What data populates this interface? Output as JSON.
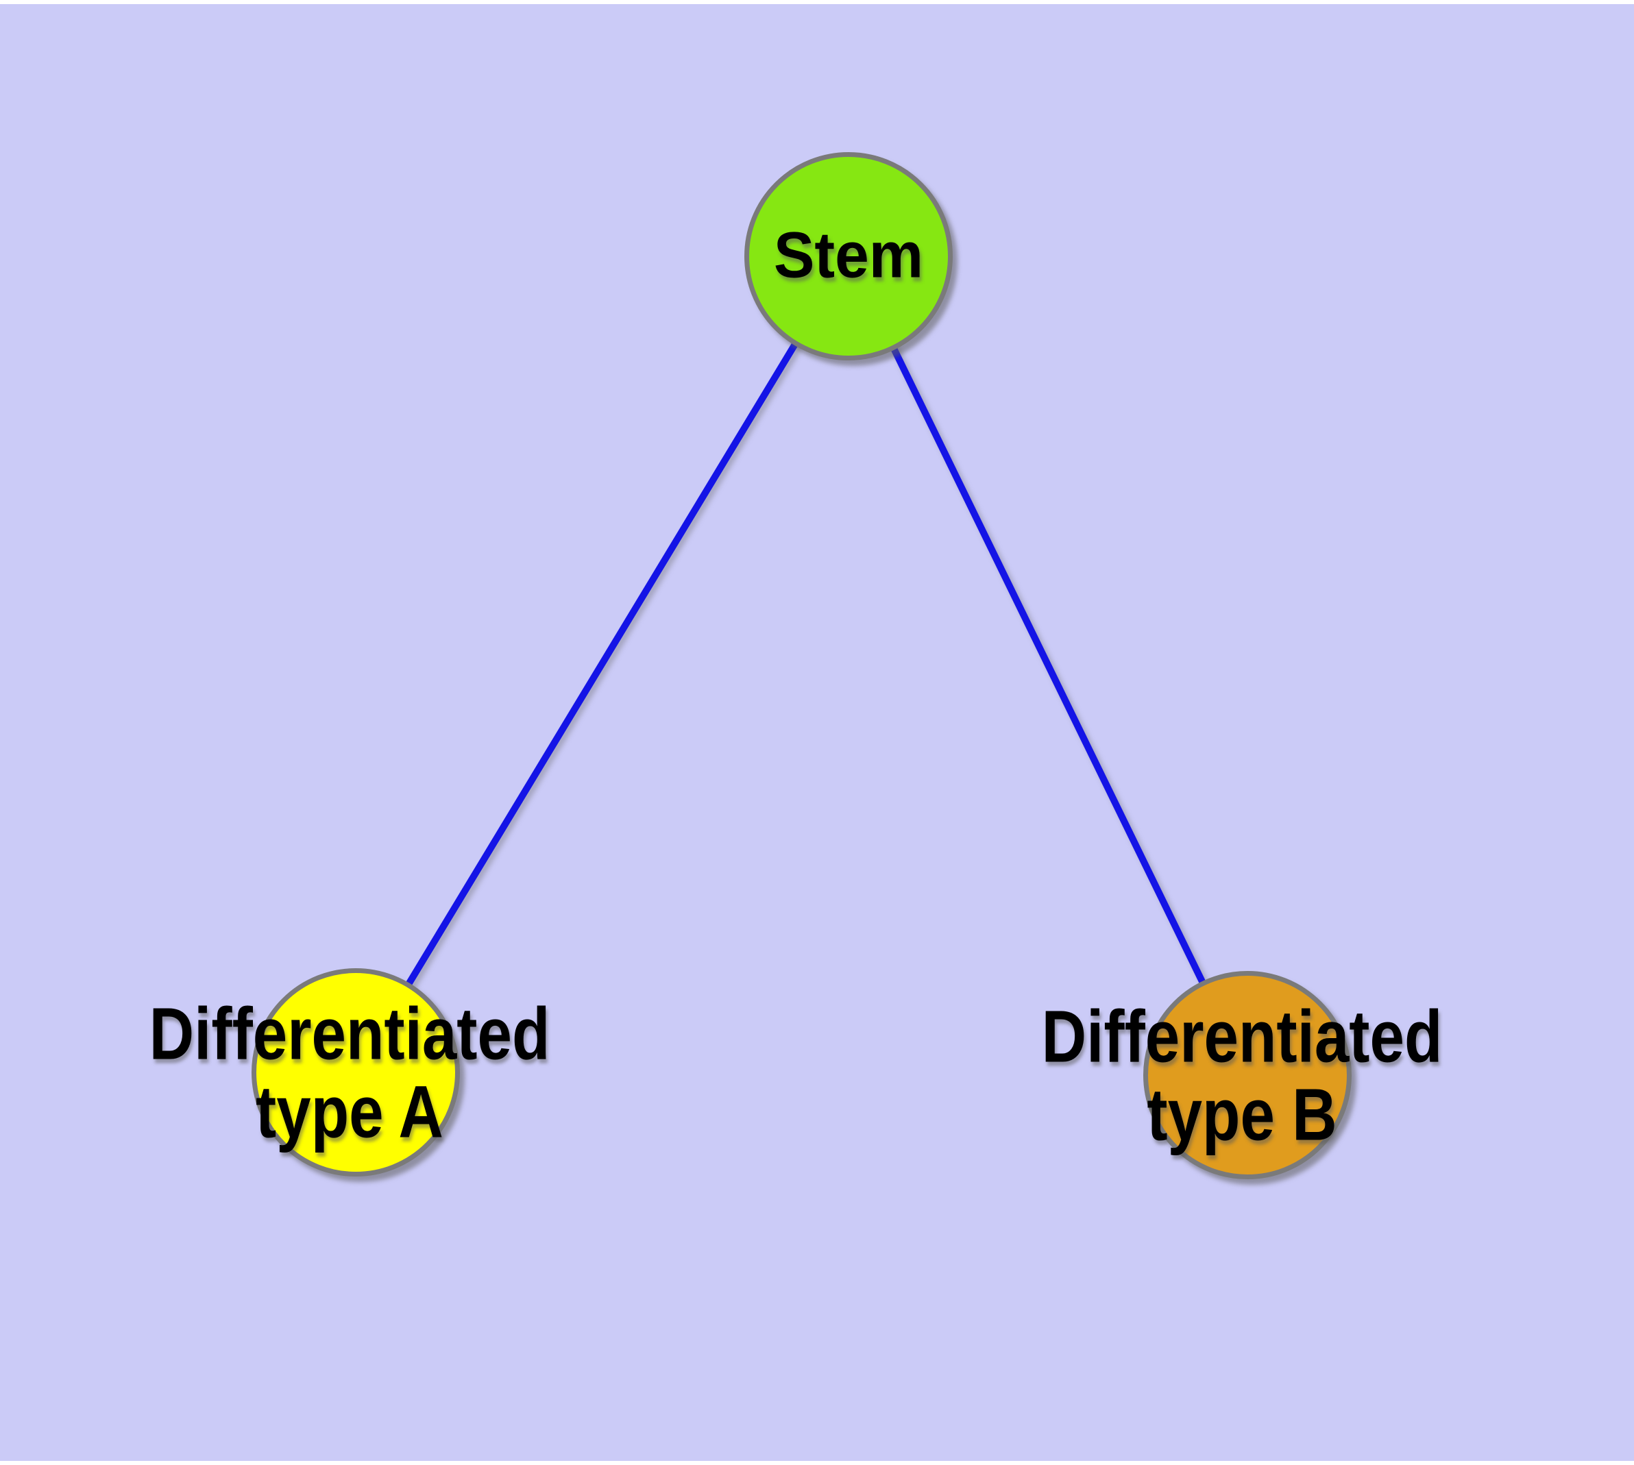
{
  "diagram": {
    "background_color": "#cbcbf7",
    "page_margin_color": "#ffffff",
    "nodes": {
      "stem": {
        "label": "Stem",
        "fill_color": "#86e712",
        "border_color": "#7a7a7a",
        "text_color": "#000000"
      },
      "type_a": {
        "label_line1": "Differentiated",
        "label_line2": "type A",
        "fill_color": "#ffff00",
        "border_color": "#7a7a7a",
        "text_color": "#000000"
      },
      "type_b": {
        "label_line1": "Differentiated",
        "label_line2": "type B",
        "fill_color": "#e09c1e",
        "border_color": "#7a7a7a",
        "text_color": "#000000"
      }
    },
    "edges": {
      "color": "#1414e6",
      "connections": [
        {
          "from": "Stem",
          "to": "Differentiated type A"
        },
        {
          "from": "Stem",
          "to": "Differentiated type B"
        }
      ]
    }
  }
}
